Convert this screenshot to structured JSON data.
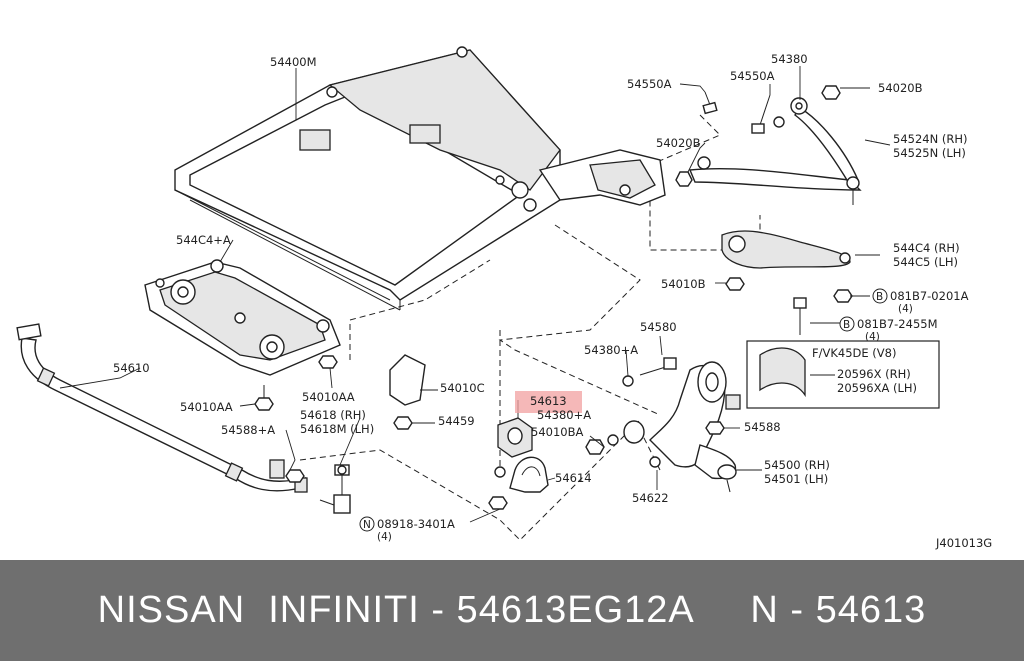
{
  "footer": {
    "text": "NISSAN  INFINITI - 54613EG12A     N - 54613"
  },
  "diagram": {
    "ref_code": "J401013G",
    "highlight_color": "#f2a0a0",
    "labels": {
      "l54400M": "54400M",
      "l54550A_1": "54550A",
      "l54550A_2": "54550A",
      "l54380": "54380",
      "l54020B_1": "54020B",
      "l54020B_2": "54020B",
      "l54524N": "54524N (RH)",
      "l54525N": "54525N (LH)",
      "l544C4A": "544C4+A",
      "l544C4": "544C4 (RH)",
      "l544C5": "544C5 (LH)",
      "l54010B": "54010B",
      "l081B7_0201A": "081B7-0201A",
      "l081B7_0201A_q": "(4)",
      "l081B7_2455M": "081B7-2455M",
      "l081B7_2455M_q": "(4)",
      "l54580": "54580",
      "l54380A_1": "54380+A",
      "l54380A_2": "54380+A",
      "lFVK45DE": "F/VK45DE (V8)",
      "l20596X": "20596X (RH)",
      "l20596XA": "20596XA (LH)",
      "l54610": "54610",
      "l54010AA_1": "54010AA",
      "l54010AA_2": "54010AA",
      "l54010C": "54010C",
      "l54613": "54613",
      "l54010BA": "54010BA",
      "l54588A": "54588+A",
      "l54618M_rh": "54618 (RH)",
      "l54618M_lh": "54618M (LH)",
      "l54459": "54459",
      "l54588": "54588",
      "l54614": "54614",
      "l54622": "54622",
      "l54500": "54500 (RH)",
      "l54501": "54501 (LH)",
      "l08918": "08918-3401A",
      "l08918_q": "(4)",
      "marker_b": "B",
      "marker_n": "N"
    }
  }
}
